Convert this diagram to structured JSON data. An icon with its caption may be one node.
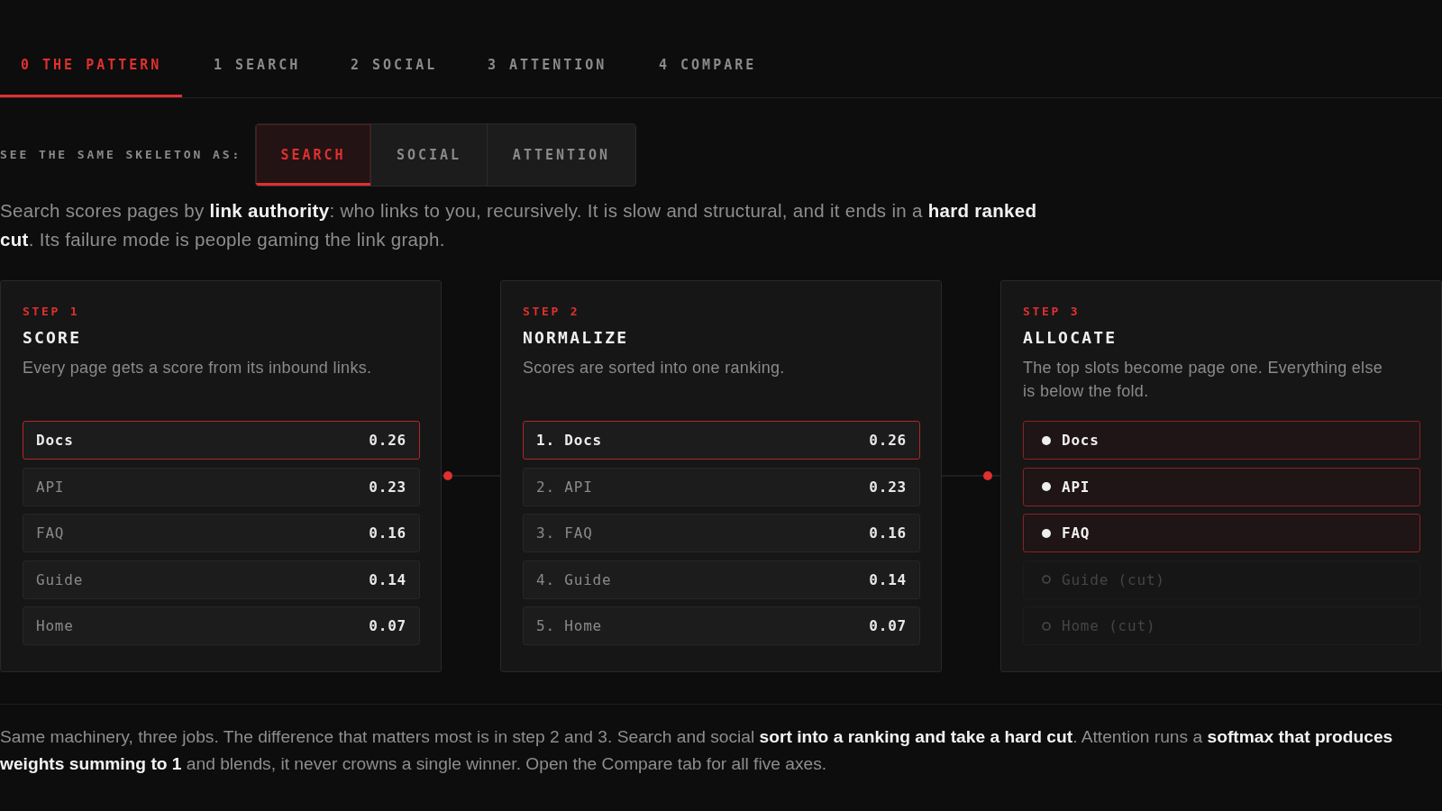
{
  "diagram": {
    "nodes": [
      {
        "text": [
          "STEP 1",
          "SCORE",
          "Every page gets a score from its inbound links."
        ]
      },
      {
        "text": [
          "Docs",
          "0.26"
        ],
        "in": 0
      },
      {
        "text": [
          "API",
          "0.23"
        ],
        "in": 0
      },
      {
        "text": [
          "FAQ",
          "0.16"
        ],
        "in": 0
      },
      {
        "text": [
          "Guide",
          "0.14"
        ],
        "in": 0
      },
      {
        "text": [
          "Home",
          "0.07"
        ],
        "in": 0
      },
      {
        "text": [
          "STEP 2",
          "NORMALIZE",
          "Scores are sorted into one ranking."
        ]
      },
      {
        "text": [
          "1. Docs",
          "0.26"
        ],
        "in": 6
      },
      {
        "text": [
          "2. API",
          "0.23"
        ],
        "in": 6
      },
      {
        "text": [
          "3. FAQ",
          "0.16"
        ],
        "in": 6
      },
      {
        "text": [
          "4. Guide",
          "0.14"
        ],
        "in": 6
      },
      {
        "text": [
          "5. Home",
          "0.07"
        ],
        "in": 6
      },
      {
        "text": [
          "STEP 3",
          "ALLOCATE",
          "The top slots become page one. Everything else is below the fold."
        ]
      },
      {
        "text": [
          "Docs"
        ],
        "in": 12
      },
      {
        "text": [
          "API"
        ],
        "in": 12
      },
      {
        "text": [
          "FAQ"
        ],
        "in": 12
      },
      {
        "text": [
          "Guide (cut)"
        ],
        "in": 12
      },
      {
        "text": [
          "Home (cut)"
        ],
        "in": 12
      }
    ],
    "edges": [
      {
        "from": 0,
        "to": 6,
        "arrow": "none"
      },
      {
        "from": 6,
        "to": 12,
        "arrow": "none"
      }
    ],
    "labels": [
      "0 THE PATTERN",
      "1 SEARCH",
      "2 SOCIAL",
      "3 ATTENTION",
      "4 COMPARE",
      "SEE THE SAME SKELETON AS:",
      "SEARCH",
      "SOCIAL",
      "ATTENTION",
      "Search scores pages by **link authority**: who links to you, recursively. It is slow and structural, and it ends in a **hard ranked cut**. Its failure mode is people gaming the link graph.",
      "Same machinery, three jobs. The difference that matters most is in step 2 and 3. Search and social **sort into a ranking and take a hard cut**. Attention runs a **softmax that produces weights summing to 1** and blends, it never crowns a single winner. Open the Compare tab for all five axes."
    ]
  }
}
